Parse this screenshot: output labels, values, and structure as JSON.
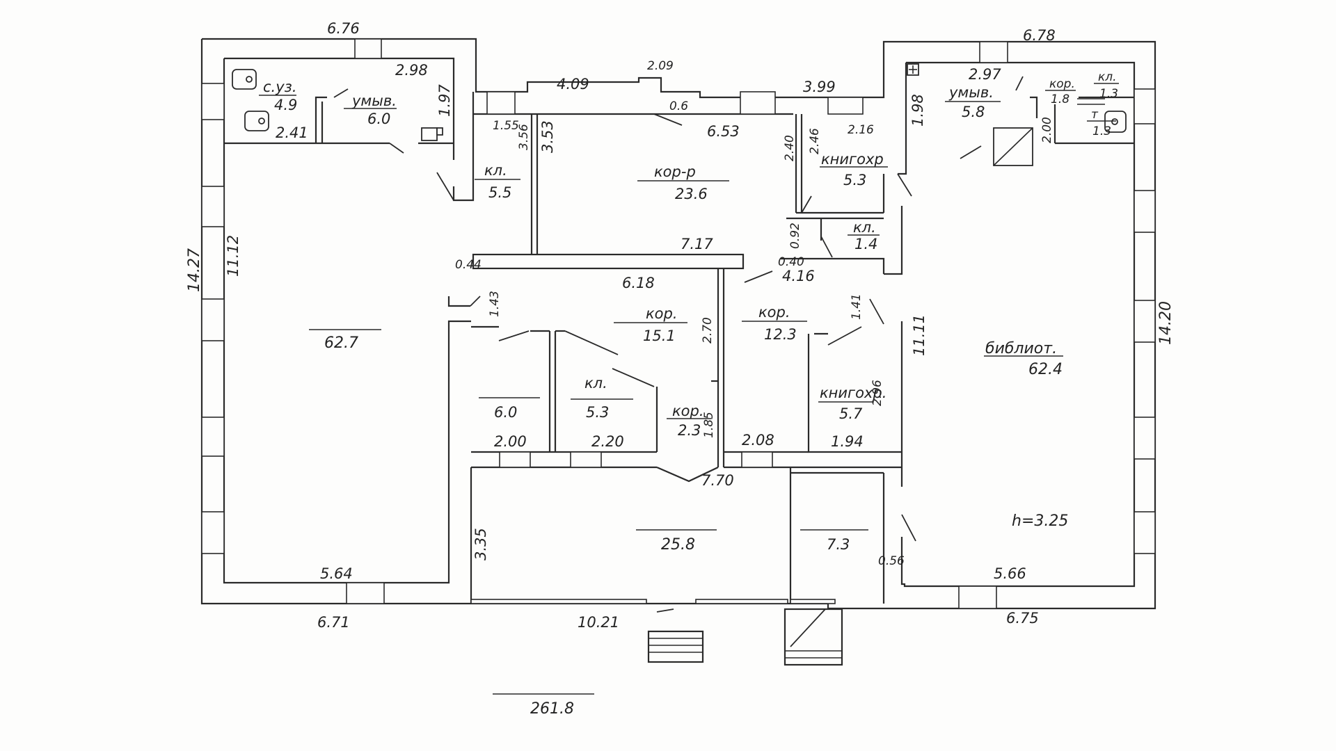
{
  "plan": {
    "height_note": "h=3.25",
    "total_area": "261.8",
    "rooms": [
      {
        "id": "toilet-left",
        "name": "с.уз.",
        "area": "4.9"
      },
      {
        "id": "washroom-left",
        "name": "умыв.",
        "area": "6.0"
      },
      {
        "id": "big-hall-left",
        "name": "",
        "area": "62.7"
      },
      {
        "id": "storage-a",
        "name": "кл.",
        "area": "5.5"
      },
      {
        "id": "corridor-top",
        "name": "кор-р",
        "area": "23.6"
      },
      {
        "id": "book-storage-top",
        "name": "книгохр",
        "area": "5.3"
      },
      {
        "id": "storage-b",
        "name": "кл.",
        "area": "1.4"
      },
      {
        "id": "corridor-mid-left",
        "name": "кор.",
        "area": "15.1"
      },
      {
        "id": "corridor-mid-right",
        "name": "кор.",
        "area": "12.3"
      },
      {
        "id": "room-small",
        "name": "",
        "area": "6.0"
      },
      {
        "id": "storage-c",
        "name": "кл.",
        "area": "5.3"
      },
      {
        "id": "corridor-small",
        "name": "кор.",
        "area": "2.3"
      },
      {
        "id": "book-storage-mid",
        "name": "книгохр.",
        "area": "5.7"
      },
      {
        "id": "entry-hall",
        "name": "",
        "area": "25.8"
      },
      {
        "id": "side-room",
        "name": "",
        "area": "7.3"
      },
      {
        "id": "library",
        "name": "библиот.",
        "area": "62.4"
      },
      {
        "id": "washroom-right",
        "name": "умыв.",
        "area": "5.8"
      },
      {
        "id": "corridor-tiny",
        "name": "кор.",
        "area": "1.8"
      },
      {
        "id": "storage-d",
        "name": "кл.",
        "area": "1.3"
      },
      {
        "id": "toilet-right",
        "name": "т",
        "area": "1.3"
      }
    ],
    "dimensions": [
      "6.76",
      "2.98",
      "1.97",
      "2.41",
      "4.09",
      "2.09",
      "0.6",
      "1.55",
      "3.56",
      "3.53",
      "3.99",
      "6.53",
      "2.40",
      "2.46",
      "2.16",
      "6.78",
      "2.97",
      "1.98",
      "2.00",
      "14.27",
      "11.12",
      "0.44",
      "1.43",
      "7.17",
      "6.18",
      "2.70",
      "0.92",
      "0.40",
      "4.16",
      "1.41",
      "11.11",
      "14.20",
      "2.96",
      "2.00",
      "2.20",
      "1.85",
      "2.08",
      "1.94",
      "7.70",
      "3.35",
      "0.56",
      "5.64",
      "5.66",
      "6.71",
      "10.21",
      "6.75"
    ]
  }
}
